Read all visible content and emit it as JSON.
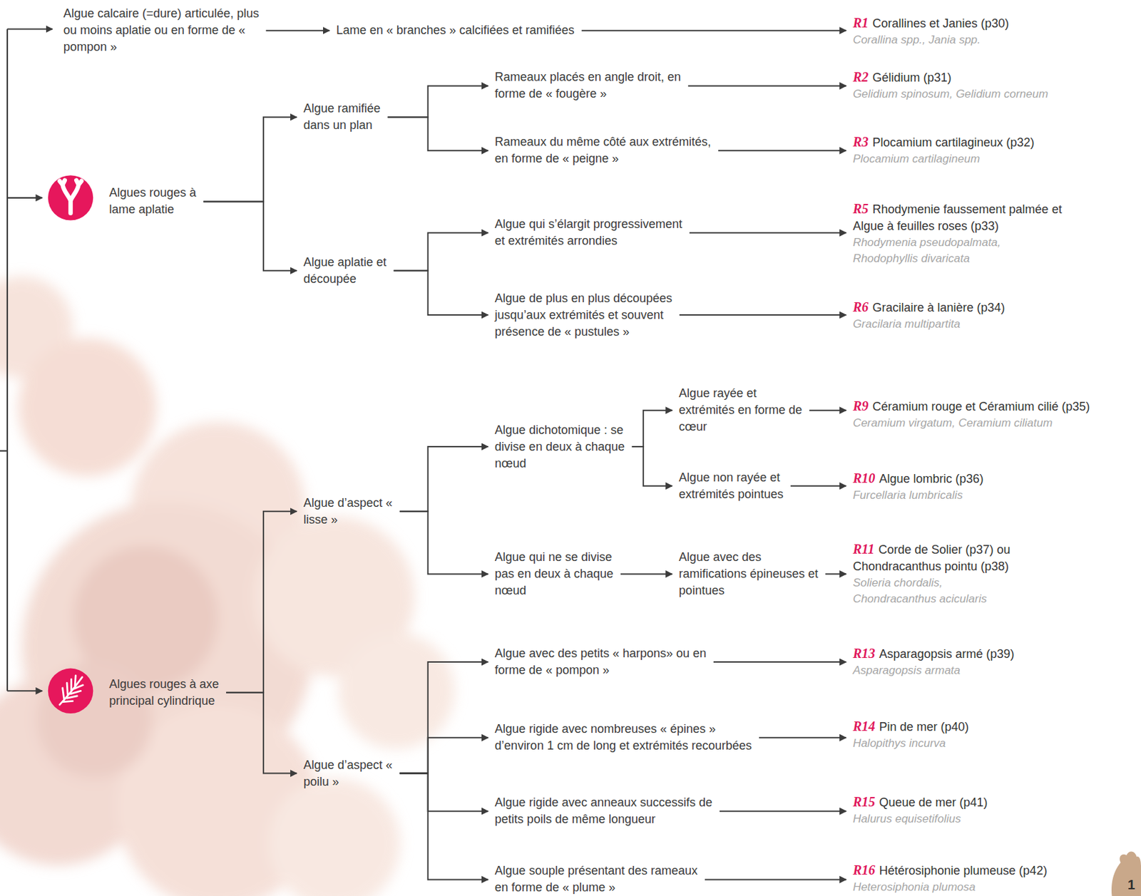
{
  "diagram": {
    "nodes": [
      {
        "text": [
          "Algue calcaire (=dure) articulée, plus ou moins aplatie ou en forme de « pompon »"
        ]
      },
      {
        "text": [
          "Lame en « branches » calcifiées et ramifiées"
        ]
      },
      {
        "text": [
          "R1",
          "Corallines et Janies (p30)",
          "Corallina spp., Jania spp."
        ]
      },
      {
        "text": [
          "Algues rouges à lame aplatie"
        ]
      },
      {
        "text": [
          "Algue ramifiée dans un plan"
        ]
      },
      {
        "text": [
          "Rameaux placés en angle droit, en forme de « fougère »"
        ]
      },
      {
        "text": [
          "R2",
          "Gélidium (p31)",
          "Gelidium spinosum, Gelidium corneum"
        ]
      },
      {
        "text": [
          "Rameaux du même côté aux extrémités, en forme de « peigne »"
        ]
      },
      {
        "text": [
          "R3",
          "Plocamium cartilagineux (p32)",
          "Plocamium cartilagineum"
        ]
      },
      {
        "text": [
          "Algue aplatie et découpée"
        ]
      },
      {
        "text": [
          "Algue qui s’élargit progressivement et extrémités arrondies"
        ]
      },
      {
        "text": [
          "R5",
          "Rhodymenie faussement palmée et Algue à feuilles roses (p33)",
          "Rhodymenia pseudopalmata, Rhodophyllis divaricata"
        ]
      },
      {
        "text": [
          "Algue de plus en plus découpées jusqu’aux extrémités et souvent présence de « pustules »"
        ]
      },
      {
        "text": [
          "R6",
          "Gracilaire à lanière (p34)",
          "Gracilaria multipartita"
        ]
      },
      {
        "text": [
          "Algues rouges à axe principal cylindrique"
        ]
      },
      {
        "text": [
          "Algue d’aspect « lisse »"
        ]
      },
      {
        "text": [
          "Algue dichotomique : se divise en deux à chaque nœud"
        ]
      },
      {
        "text": [
          "Algue rayée et extrémités en forme de cœur"
        ]
      },
      {
        "text": [
          "R9",
          "Céramium rouge et Céramium cilié (p35)",
          "Ceramium virgatum, Ceramium ciliatum"
        ]
      },
      {
        "text": [
          "Algue non rayée et extrémités pointues"
        ]
      },
      {
        "text": [
          "R10",
          "Algue lombric (p36)",
          "Furcellaria lumbricalis"
        ]
      },
      {
        "text": [
          "Algue qui ne se divise pas en deux à chaque nœud"
        ]
      },
      {
        "text": [
          "Algue avec des ramifications épineuses et pointues"
        ]
      },
      {
        "text": [
          "R11",
          "Corde de Solier (p37) ou Chondracanthus pointu (p38)",
          "Solieria chordalis, Chondracanthus acicularis"
        ]
      },
      {
        "text": [
          "Algue d’aspect « poilu »"
        ]
      },
      {
        "text": [
          "Algue avec des petits « harpons» ou en forme de « pompon »"
        ]
      },
      {
        "text": [
          "R13",
          "Asparagopsis armé (p39)",
          "Asparagopsis armata"
        ]
      },
      {
        "text": [
          "Algue rigide avec nombreuses « épines » d’environ 1 cm de long et extrémités recourbées"
        ]
      },
      {
        "text": [
          "R14",
          "Pin de mer (p40)",
          "Halopithys incurva"
        ]
      },
      {
        "text": [
          "Algue rigide avec anneaux successifs de petits poils de même longueur"
        ]
      },
      {
        "text": [
          "R15",
          "Queue de mer (p41)",
          "Halurus equisetifolius"
        ]
      },
      {
        "text": [
          "Algue souple présentant des rameaux en forme de « plume »"
        ]
      },
      {
        "text": [
          "R16",
          "Hétérosiphonie plumeuse (p42)",
          "Heterosiphonia plumosa"
        ]
      }
    ],
    "edges": [
      {
        "from": 0,
        "to": 1,
        "arrow": "to"
      },
      {
        "from": 1,
        "to": 2,
        "arrow": "to"
      },
      {
        "from": 3,
        "to": 4,
        "arrow": "to"
      },
      {
        "from": 3,
        "to": 9,
        "arrow": "to"
      },
      {
        "from": 4,
        "to": 5,
        "arrow": "to"
      },
      {
        "from": 4,
        "to": 7,
        "arrow": "to"
      },
      {
        "from": 5,
        "to": 6,
        "arrow": "to"
      },
      {
        "from": 7,
        "to": 8,
        "arrow": "to"
      },
      {
        "from": 9,
        "to": 10,
        "arrow": "to"
      },
      {
        "from": 9,
        "to": 12,
        "arrow": "to"
      },
      {
        "from": 10,
        "to": 11,
        "arrow": "to"
      },
      {
        "from": 12,
        "to": 13,
        "arrow": "to"
      },
      {
        "from": 14,
        "to": 15,
        "arrow": "to"
      },
      {
        "from": 14,
        "to": 24,
        "arrow": "to"
      },
      {
        "from": 15,
        "to": 16,
        "arrow": "to"
      },
      {
        "from": 15,
        "to": 21,
        "arrow": "to"
      },
      {
        "from": 16,
        "to": 17,
        "arrow": "to"
      },
      {
        "from": 16,
        "to": 19,
        "arrow": "to"
      },
      {
        "from": 17,
        "to": 18,
        "arrow": "to"
      },
      {
        "from": 19,
        "to": 20,
        "arrow": "to"
      },
      {
        "from": 21,
        "to": 22,
        "arrow": "to"
      },
      {
        "from": 22,
        "to": 23,
        "arrow": "to"
      },
      {
        "from": 24,
        "to": 25,
        "arrow": "to"
      },
      {
        "from": 24,
        "to": 27,
        "arrow": "to"
      },
      {
        "from": 24,
        "to": 29,
        "arrow": "to"
      },
      {
        "from": 24,
        "to": 31,
        "arrow": "to"
      },
      {
        "from": 25,
        "to": 26,
        "arrow": "to"
      },
      {
        "from": 27,
        "to": 28,
        "arrow": "to"
      },
      {
        "from": 29,
        "to": 30,
        "arrow": "to"
      },
      {
        "from": 31,
        "to": 32,
        "arrow": "to"
      }
    ],
    "labels": [
      "1"
    ]
  }
}
